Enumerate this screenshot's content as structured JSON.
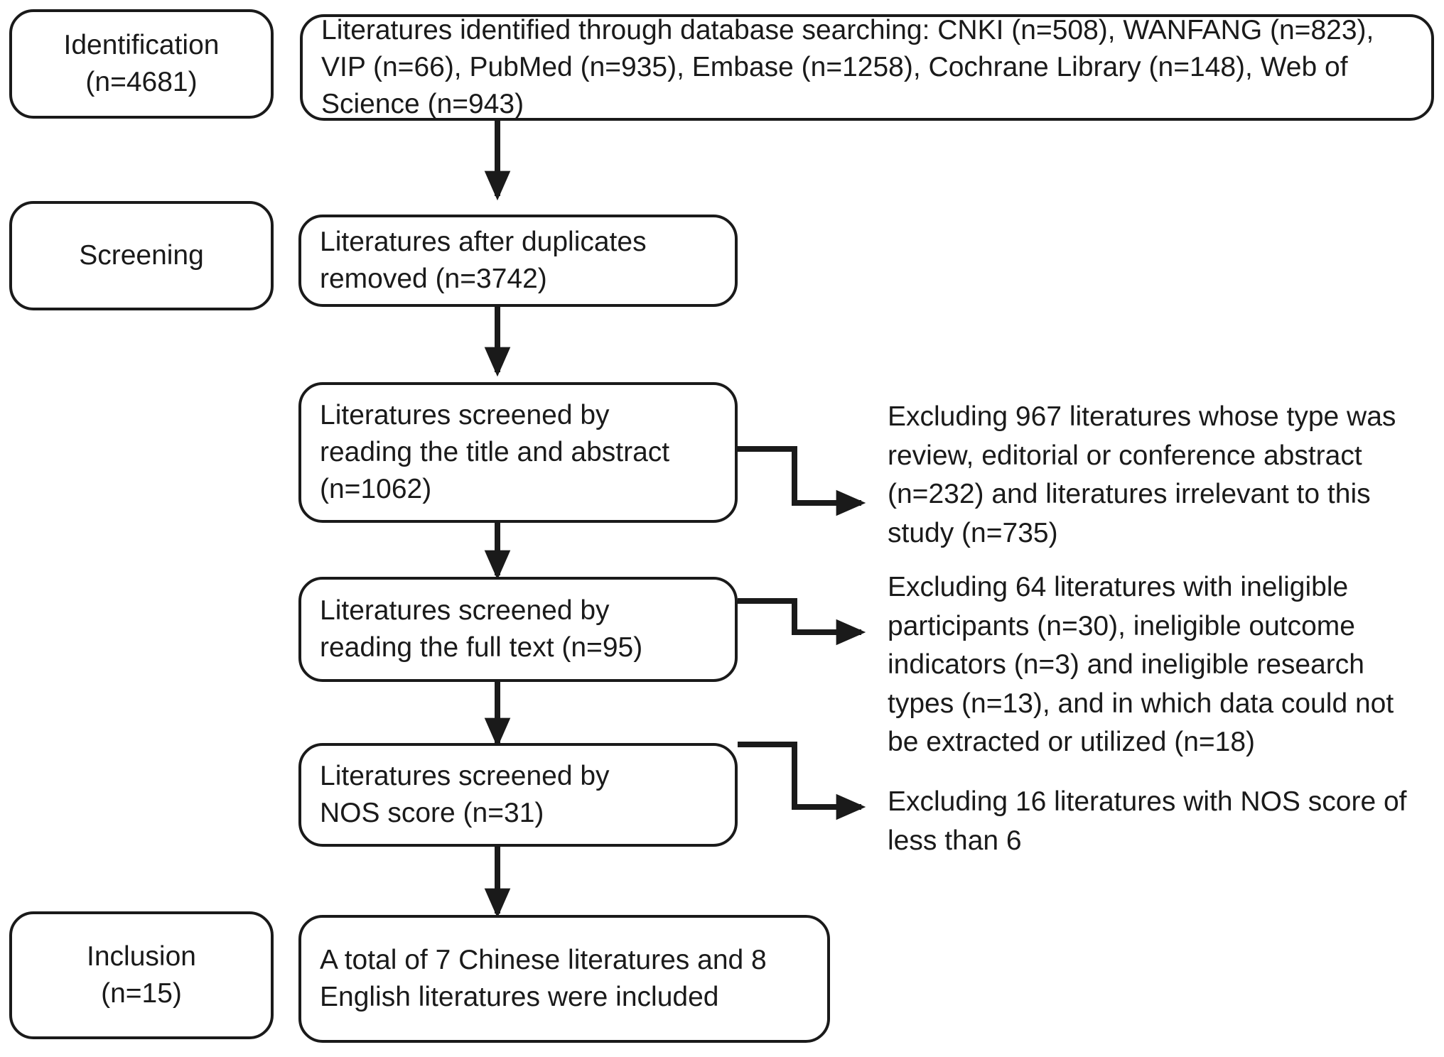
{
  "diagram": {
    "type": "prisma-flow-diagram",
    "stages": [
      {
        "id": "identification",
        "label": "Identification\n(n=4681)"
      },
      {
        "id": "screening",
        "label": "Screening"
      },
      {
        "id": "inclusion",
        "label": "Inclusion\n(n=15)"
      }
    ],
    "flow_boxes": [
      {
        "id": "identified",
        "text": "Literatures identified through database searching: CNKI (n=508), WANFANG (n=823), VIP (n=66), PubMed (n=935), Embase (n=1258), Cochrane Library (n=148), Web of Science (n=943)"
      },
      {
        "id": "duplicates-removed",
        "text": "Literatures after duplicates\nremoved (n=3742)"
      },
      {
        "id": "screened-title-abstract",
        "text": "Literatures screened by\nreading the title and abstract\n(n=1062)"
      },
      {
        "id": "screened-full-text",
        "text": "Literatures screened by\nreading the full text (n=95)"
      },
      {
        "id": "screened-nos",
        "text": "Literatures screened by\nNOS score (n=31)"
      },
      {
        "id": "included",
        "text": "A total of 7 Chinese literatures and 8\nEnglish literatures were included"
      }
    ],
    "exclusion_notes": [
      {
        "id": "exclusion-title-abstract",
        "text": "Excluding 967 literatures whose type was\nreview, editorial or conference abstract\n(n=232) and literatures irrelevant to this\nstudy (n=735)"
      },
      {
        "id": "exclusion-full-text",
        "text": "Excluding 64 literatures with ineligible\nparticipants (n=30), ineligible outcome\nindicators (n=3) and ineligible research\ntypes (n=13), and in which data could not\nbe extracted or utilized (n=18)"
      },
      {
        "id": "exclusion-nos",
        "text": "Excluding 16 literatures with NOS score of\nless than 6"
      }
    ],
    "counts": {
      "identification_total": 4681,
      "cnki": 508,
      "wanfang": 823,
      "vip": 66,
      "pubmed": 935,
      "embase": 1258,
      "cochrane_library": 148,
      "web_of_science": 943,
      "after_duplicates": 3742,
      "title_abstract_screened": 1062,
      "excluded_title_abstract": 967,
      "excluded_type_review": 232,
      "excluded_irrelevant": 735,
      "full_text_screened": 95,
      "excluded_full_text": 64,
      "excluded_participants": 30,
      "excluded_outcomes": 3,
      "excluded_research_types": 13,
      "excluded_no_data": 18,
      "nos_screened": 31,
      "excluded_nos": 16,
      "included_total": 15,
      "included_chinese": 7,
      "included_english": 8
    },
    "colors": {
      "stroke": "#1a1a1a",
      "fill": "#ffffff",
      "text": "#1a1a1a"
    }
  }
}
